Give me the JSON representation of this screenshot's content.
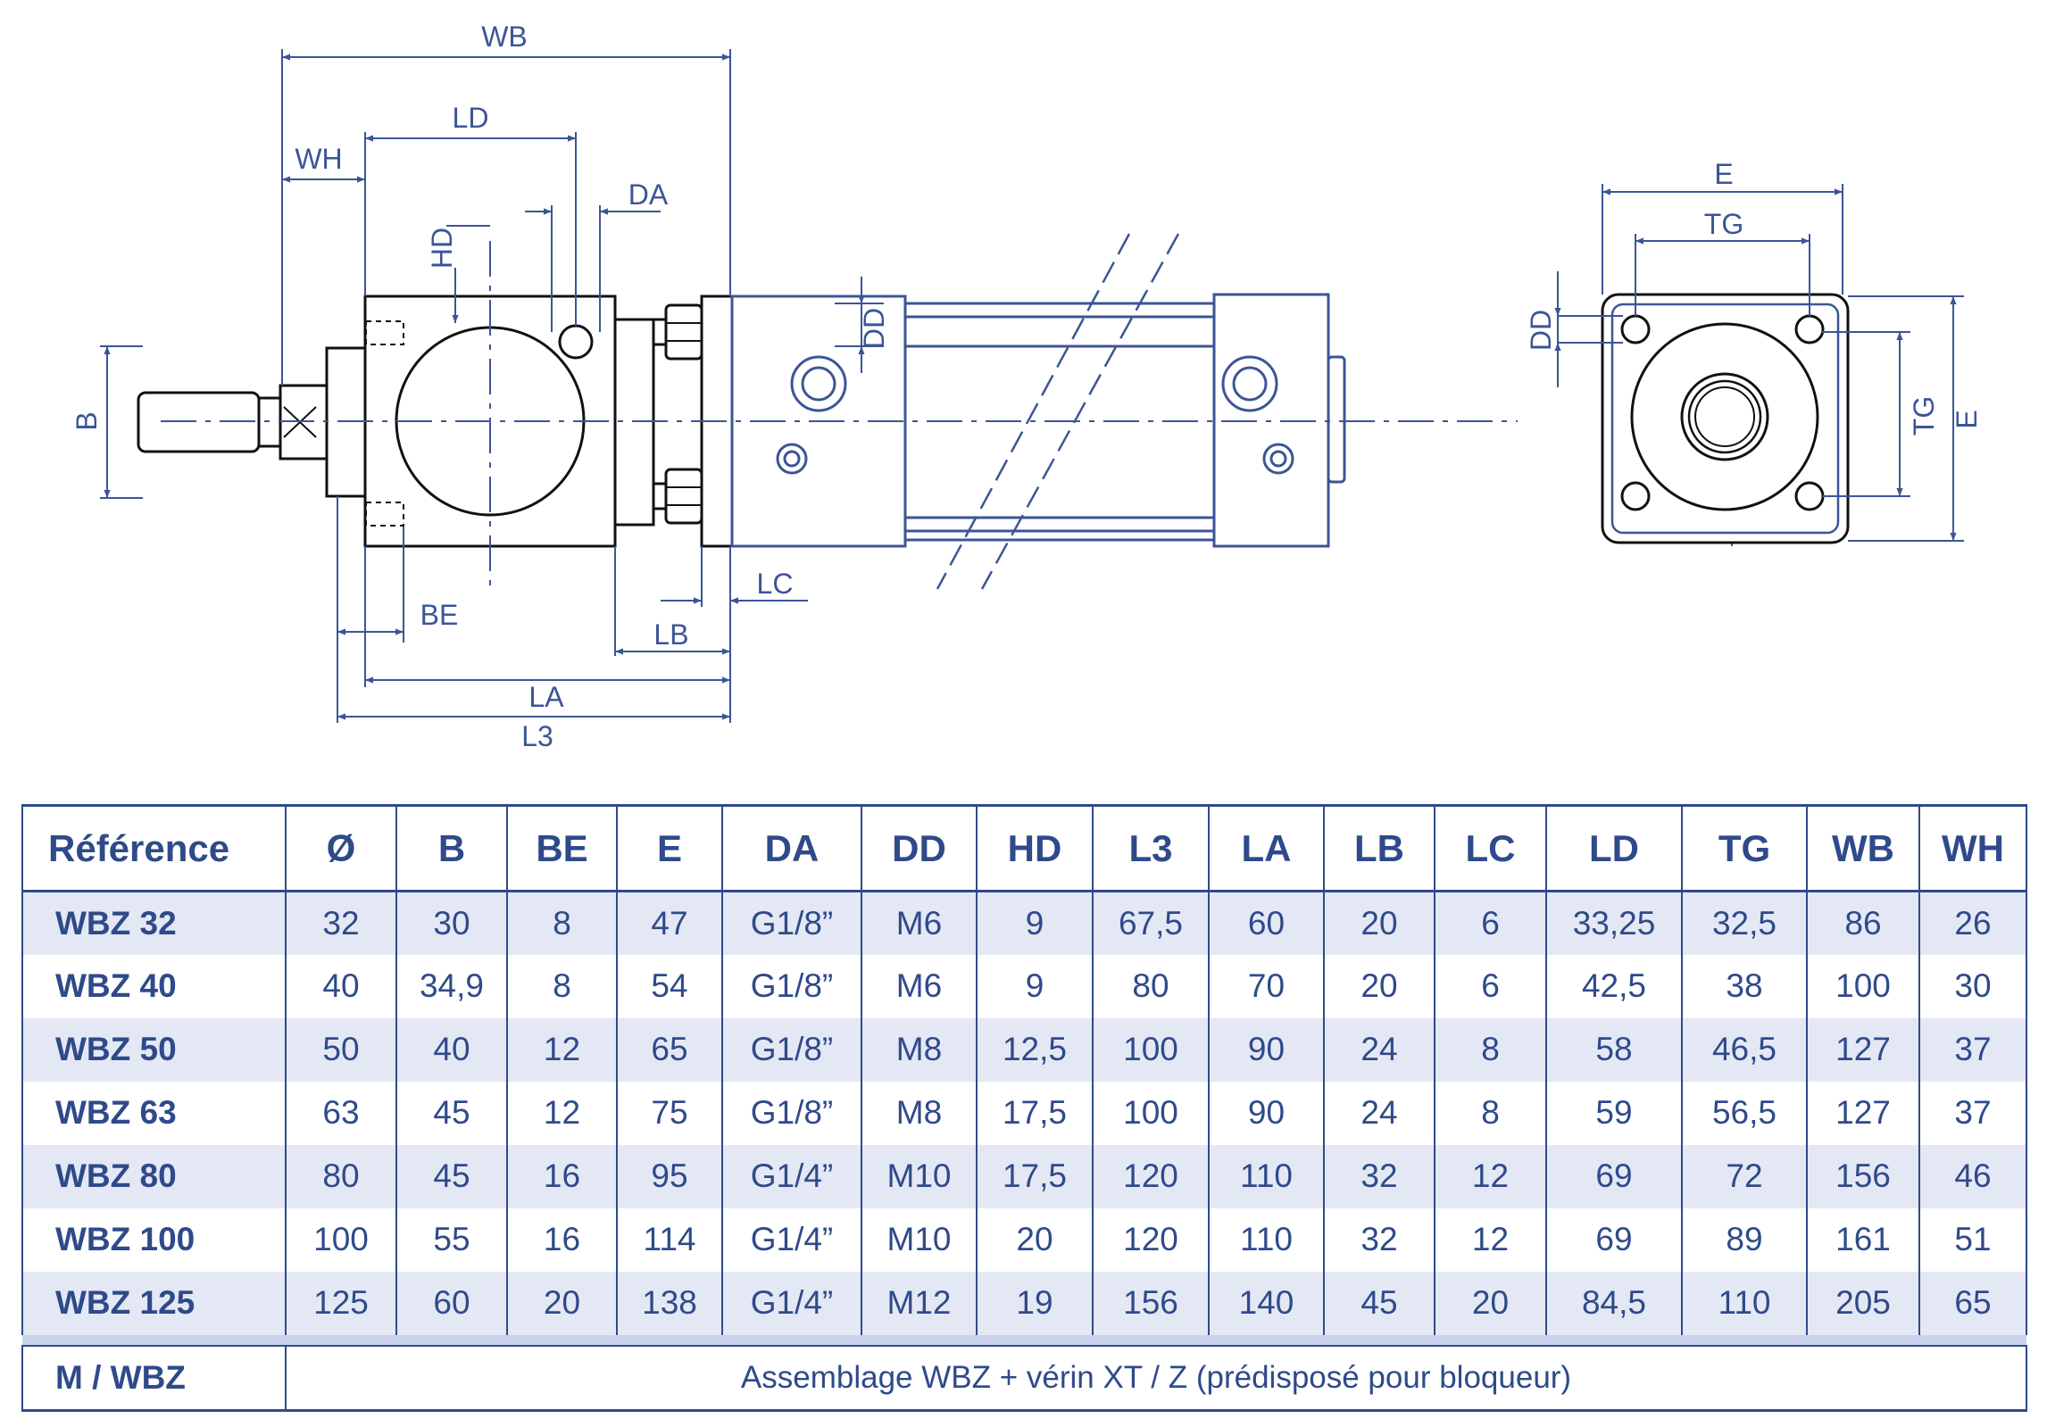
{
  "drawing": {
    "labels": {
      "wb": "WB",
      "ld": "LD",
      "wh": "WH",
      "da": "DA",
      "hd": "HD",
      "dd": "DD",
      "b": "B",
      "be": "BE",
      "lb": "LB",
      "lc": "LC",
      "la": "LA",
      "l3": "L3",
      "e_top": "E",
      "tg_top": "TG",
      "dd_end": "DD",
      "tg_side": "TG",
      "e_side": "E"
    }
  },
  "table": {
    "headers": [
      "Référence",
      "Ø",
      "B",
      "BE",
      "E",
      "DA",
      "DD",
      "HD",
      "L3",
      "LA",
      "LB",
      "LC",
      "LD",
      "TG",
      "WB",
      "WH"
    ],
    "rows": [
      [
        "WBZ 32",
        "32",
        "30",
        "8",
        "47",
        "G1/8”",
        "M6",
        "9",
        "67,5",
        "60",
        "20",
        "6",
        "33,25",
        "32,5",
        "86",
        "26"
      ],
      [
        "WBZ 40",
        "40",
        "34,9",
        "8",
        "54",
        "G1/8”",
        "M6",
        "9",
        "80",
        "70",
        "20",
        "6",
        "42,5",
        "38",
        "100",
        "30"
      ],
      [
        "WBZ 50",
        "50",
        "40",
        "12",
        "65",
        "G1/8”",
        "M8",
        "12,5",
        "100",
        "90",
        "24",
        "8",
        "58",
        "46,5",
        "127",
        "37"
      ],
      [
        "WBZ 63",
        "63",
        "45",
        "12",
        "75",
        "G1/8”",
        "M8",
        "17,5",
        "100",
        "90",
        "24",
        "8",
        "59",
        "56,5",
        "127",
        "37"
      ],
      [
        "WBZ 80",
        "80",
        "45",
        "16",
        "95",
        "G1/4”",
        "M10",
        "17,5",
        "120",
        "110",
        "32",
        "12",
        "69",
        "72",
        "156",
        "46"
      ],
      [
        "WBZ 100",
        "100",
        "55",
        "16",
        "114",
        "G1/4”",
        "M10",
        "20",
        "120",
        "110",
        "32",
        "12",
        "69",
        "89",
        "161",
        "51"
      ],
      [
        "WBZ 125",
        "125",
        "60",
        "20",
        "138",
        "G1/4”",
        "M12",
        "19",
        "156",
        "140",
        "45",
        "20",
        "84,5",
        "110",
        "205",
        "65"
      ]
    ],
    "footer": {
      "ref": "M / WBZ",
      "text": "Assemblage WBZ + vérin XT / Z (prédisposé pour bloqueur)"
    }
  },
  "colors": {
    "primary": "#2f4a8a",
    "dimension": "#3b5596",
    "row_shade": "#e3e8f4",
    "spacer": "#c9d3ec"
  }
}
